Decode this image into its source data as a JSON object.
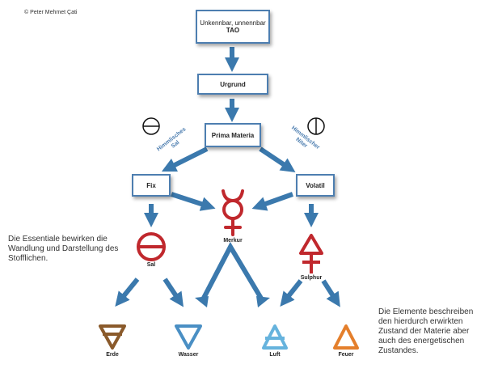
{
  "copyright": "© Peter Mehmet Çati",
  "nodes": {
    "tao_line1": "Unkennbar, unnennbar",
    "tao_line2": "TAO",
    "urgrund": "Urgrund",
    "prima_materia": "Prima Materia",
    "fix": "Fix",
    "volatil": "Volatil"
  },
  "side_labels": {
    "left_line1": "Himmlisches",
    "left_line2": "Sal",
    "right_line1": "Himmlischer",
    "right_line2": "Niter"
  },
  "symbols": {
    "merkur": "Merkur",
    "sal": "Sal",
    "sulphur": "Sulphur",
    "erde": "Erde",
    "wasser": "Wasser",
    "luft": "Luft",
    "feuer": "Feuer"
  },
  "notes": {
    "left": [
      "Die Essentiale bewirken die",
      "Wandlung und Darstellung des",
      "Stofflichen."
    ],
    "right": [
      "Die Elemente beschreiben",
      "den hierdurch erwirkten",
      "Zustand der Materie aber",
      "auch des energetischen",
      "Zustandes."
    ]
  },
  "colors": {
    "arrow": "#3b79ad",
    "box_border": "#4d7eb0",
    "red": "#c0282d",
    "erde": "#8a5a2b",
    "wasser": "#4a8fc4",
    "luft": "#66b3dd",
    "feuer": "#e47f2c"
  }
}
